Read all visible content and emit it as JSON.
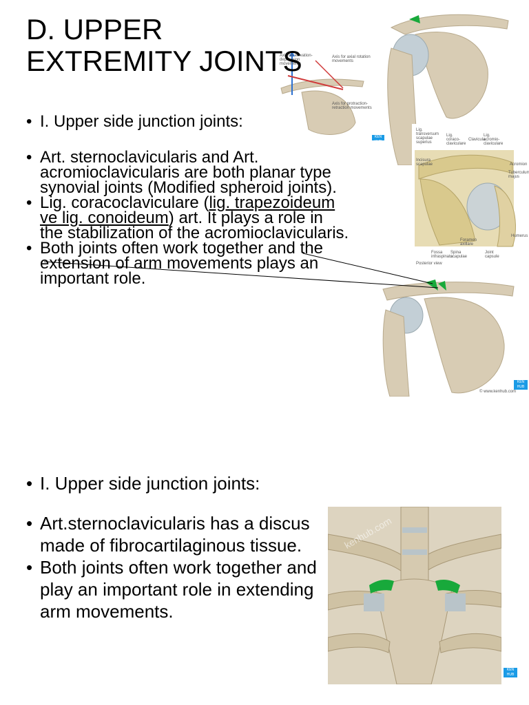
{
  "slide1": {
    "title_lines": [
      "D. UPPER",
      "EXTREMITY JOINTS"
    ],
    "bullets": [
      "I. Upper side junction joints:",
      "Art. sternoclavicularis and Art. acromioclavicularis are both planar type synovial joints (Modified spheroid joints).",
      "",
      "Both joints often work together and the extension of arm movements plays an important role."
    ],
    "bullet3": {
      "prefix": "Lig. coracoclaviculare (",
      "underlined": "lig. trapezoideum ve lig. conoideum",
      "suffix": ") art. It plays a role in the stabilization of the acromioclavicularis."
    },
    "figure_small_labels": [
      "Axis for elevation-depression movements",
      "Axis for axial rotation movements",
      "Axis for protraction-retraction movements"
    ],
    "figure_detail_labels": {
      "top": [
        "Lig. transversum scapulae superius",
        "Lig. coraco-claviculare",
        "Clavicula",
        "Lig. acromio-claviculare"
      ],
      "left": [
        "Incisura scapulae"
      ],
      "right": [
        "Acromion",
        "Tuberculum majus",
        "Humerus"
      ],
      "bottom": [
        "Fossa infraspinata",
        "Spina scapulae",
        "Foramen axillare",
        "Joint capsule"
      ],
      "view": "Posterior view"
    },
    "credit": "© www.kenhub.com",
    "badge": "KEN HUB"
  },
  "slide2": {
    "bullets": [
      "I. Upper side junction joints:",
      "Art.sternoclavicularis has a discus made of fibrocartilaginous tissue.",
      "Both joints often work together and play an important role in extending arm movements."
    ],
    "watermark": "kenhub.com",
    "badge": "KEN HUB"
  },
  "colors": {
    "bone": "#d8ccb4",
    "bone_shadow": "#b7a98c",
    "cartilage": "#c3cfd6",
    "ligament_green": "#18a93b",
    "axis_red": "#d03a3a",
    "axis_blue": "#2a6fd0",
    "badge_blue": "#1a9be6"
  }
}
